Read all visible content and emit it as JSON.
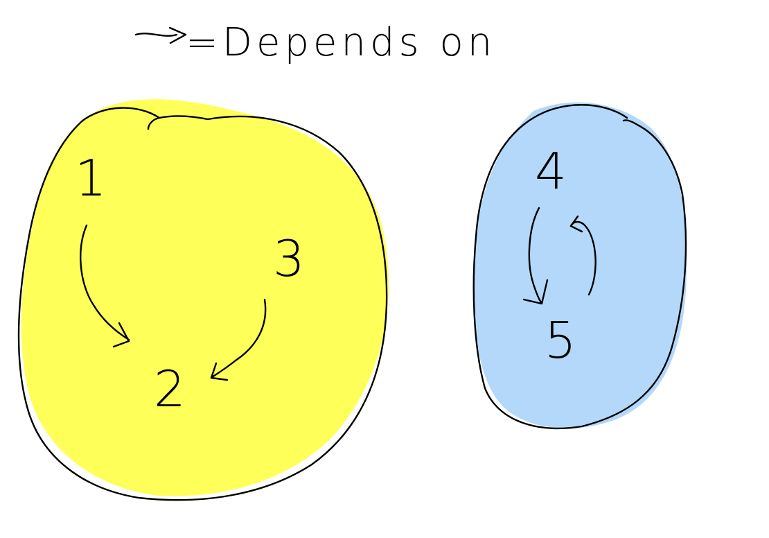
{
  "legend": {
    "text": "=Depends on"
  },
  "groups": [
    {
      "color": "#ffff59",
      "nodes": [
        "1",
        "2",
        "3"
      ],
      "edges": [
        {
          "from": "1",
          "to": "2"
        },
        {
          "from": "3",
          "to": "2"
        }
      ]
    },
    {
      "color": "#b3d8fa",
      "nodes": [
        "4",
        "5"
      ],
      "edges": [
        {
          "from": "4",
          "to": "5"
        },
        {
          "from": "5",
          "to": "4"
        }
      ]
    }
  ],
  "colors": {
    "stroke": "#000000",
    "background": "#ffffff"
  }
}
